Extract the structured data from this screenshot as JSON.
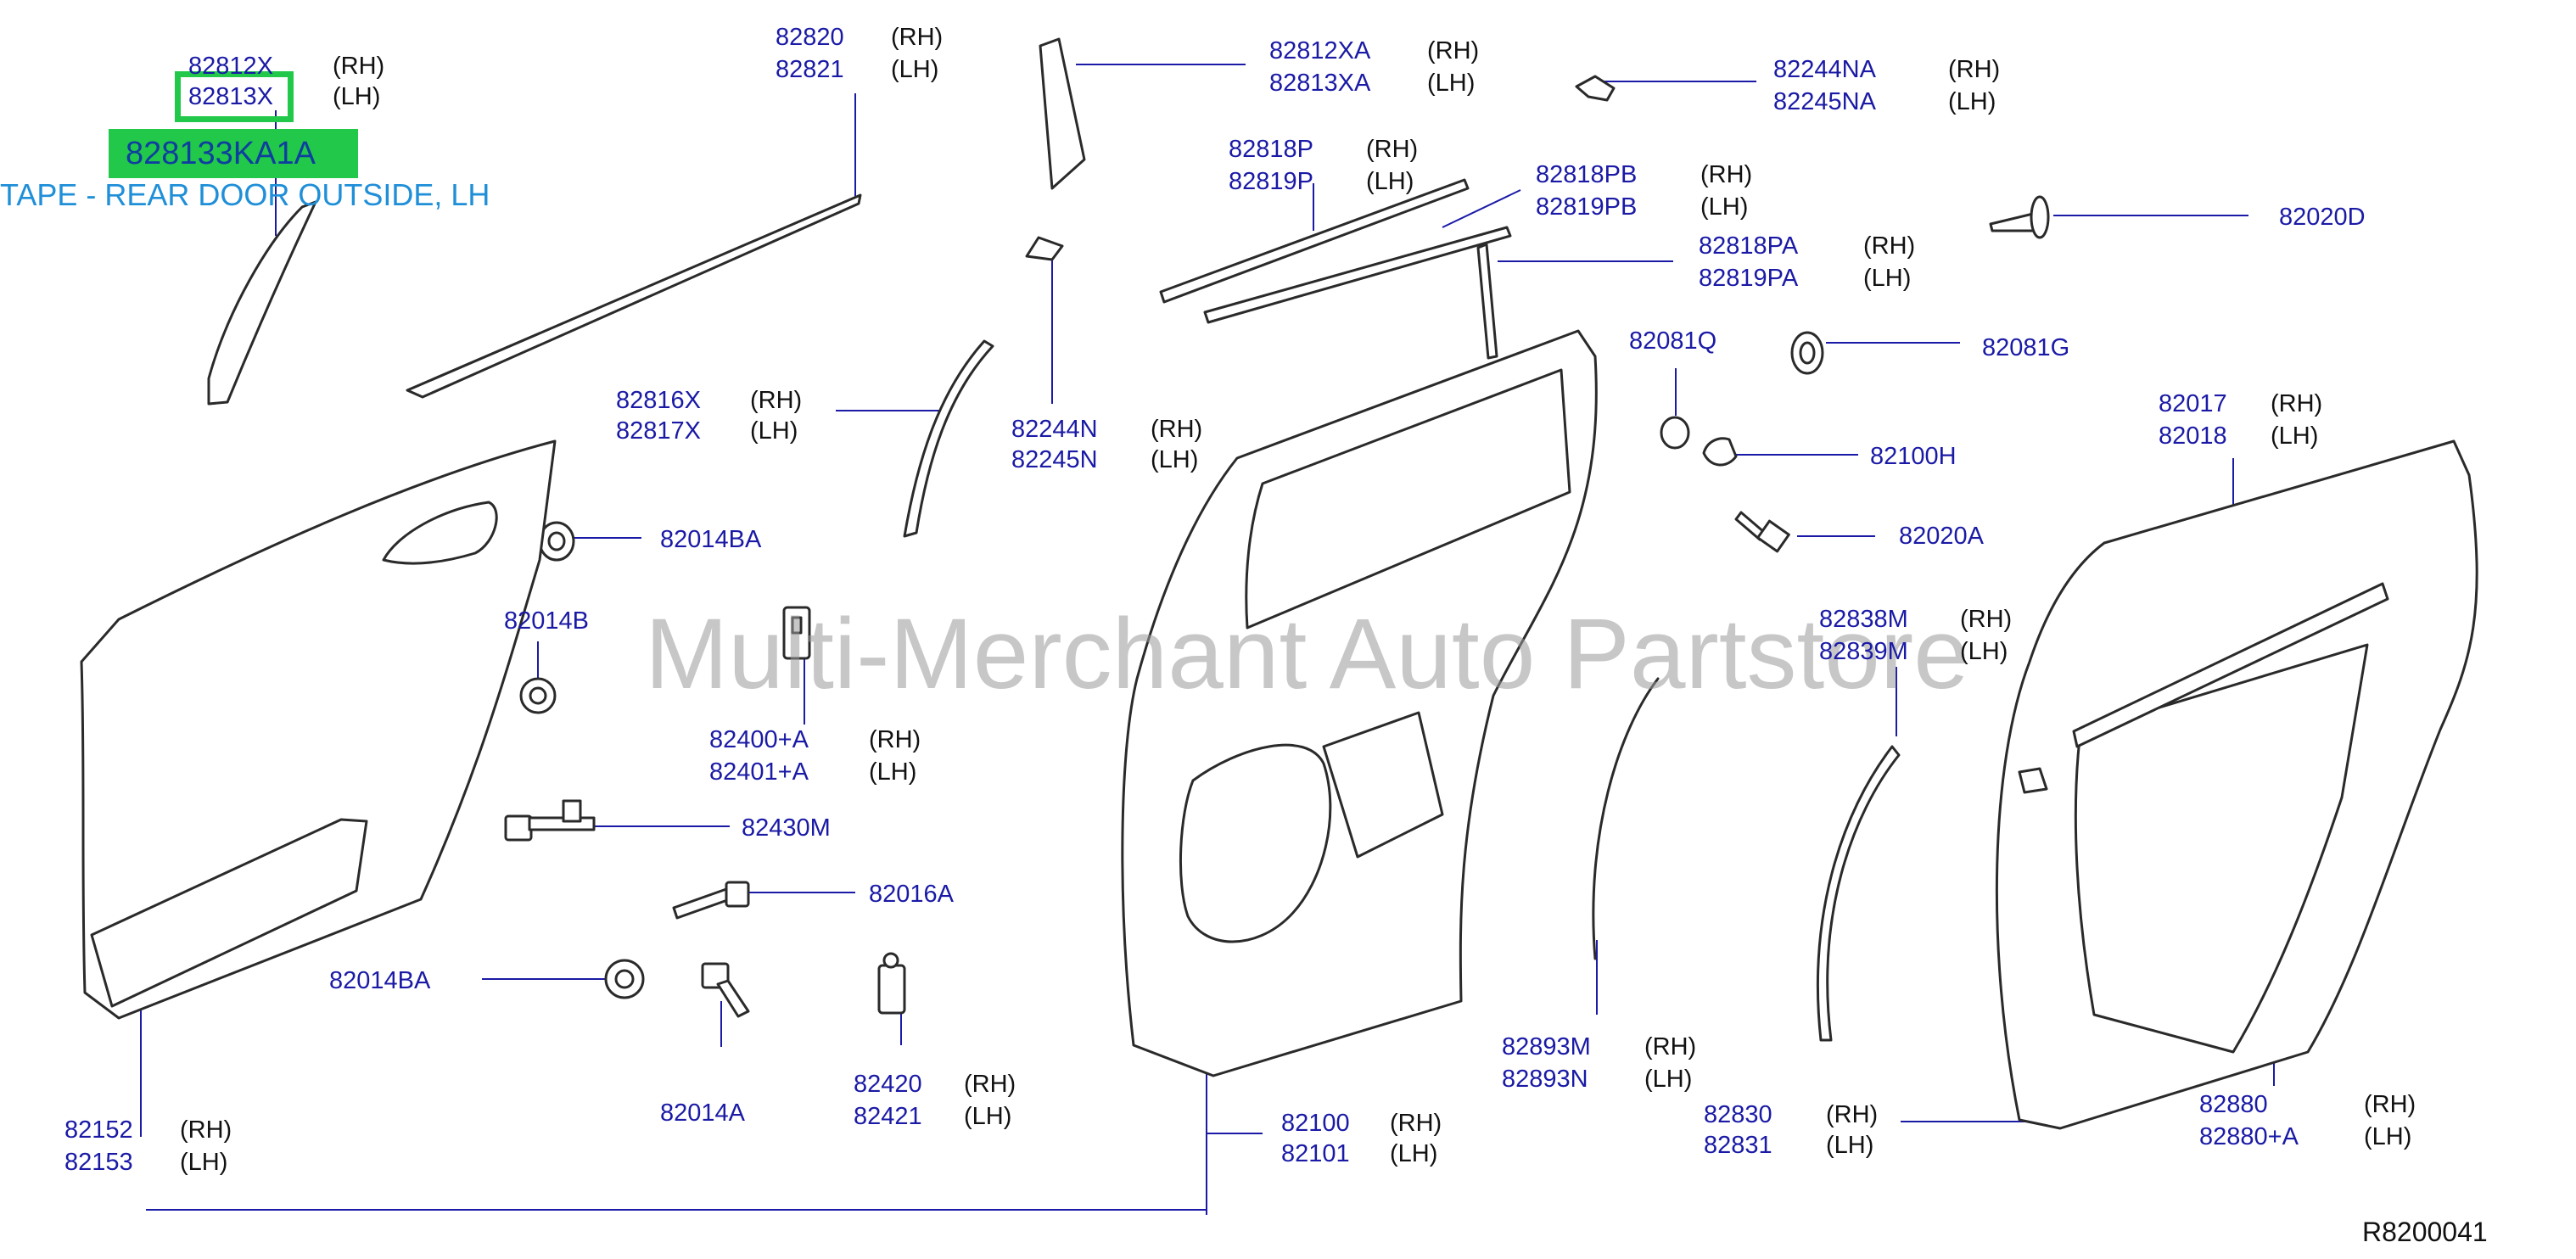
{
  "highlight": {
    "part_number": "828133KA1A",
    "description": "TAPE - REAR DOOR OUTSIDE, LH",
    "accent_color": "#22c84a"
  },
  "watermark": "Multi-Merchant Auto Partstore",
  "reference_code": "R8200041",
  "labels": [
    {
      "rh": "82812X",
      "lh": "82813X",
      "rh_side": "(RH)",
      "lh_side": "(LH)"
    },
    {
      "rh": "82820",
      "lh": "82821",
      "rh_side": "(RH)",
      "lh_side": "(LH)"
    },
    {
      "rh": "82812XA",
      "lh": "82813XA",
      "rh_side": "(RH)",
      "lh_side": "(LH)"
    },
    {
      "rh": "82244NA",
      "lh": "82245NA",
      "rh_side": "(RH)",
      "lh_side": "(LH)"
    },
    {
      "rh": "82818P",
      "lh": "82819P",
      "rh_side": "(RH)",
      "lh_side": "(LH)"
    },
    {
      "rh": "82818PB",
      "lh": "82819PB",
      "rh_side": "(RH)",
      "lh_side": "(LH)"
    },
    {
      "rh": "82818PA",
      "lh": "82819PA",
      "rh_side": "(RH)",
      "lh_side": "(LH)"
    },
    {
      "single": "82020D"
    },
    {
      "single": "82081Q"
    },
    {
      "single": "82081G"
    },
    {
      "rh": "82816X",
      "lh": "82817X",
      "rh_side": "(RH)",
      "lh_side": "(LH)"
    },
    {
      "rh": "82244N",
      "lh": "82245N",
      "rh_side": "(RH)",
      "lh_side": "(LH)"
    },
    {
      "single": "82100H"
    },
    {
      "rh": "82017",
      "lh": "82018",
      "rh_side": "(RH)",
      "lh_side": "(LH)"
    },
    {
      "single": "82014BA"
    },
    {
      "single": "82020A"
    },
    {
      "single": "82014B"
    },
    {
      "rh": "82838M",
      "lh": "82839M",
      "rh_side": "(RH)",
      "lh_side": "(LH)"
    },
    {
      "rh": "82400+A",
      "lh": "82401+A",
      "rh_side": "(RH)",
      "lh_side": "(LH)"
    },
    {
      "single": "82430M"
    },
    {
      "single": "82016A"
    },
    {
      "single": "82014BA"
    },
    {
      "rh": "82893M",
      "lh": "82893N",
      "rh_side": "(RH)",
      "lh_side": "(LH)"
    },
    {
      "single": "82014A"
    },
    {
      "rh": "82420",
      "lh": "82421",
      "rh_side": "(RH)",
      "lh_side": "(LH)"
    },
    {
      "rh": "82100",
      "lh": "82101",
      "rh_side": "(RH)",
      "lh_side": "(LH)"
    },
    {
      "rh": "82830",
      "lh": "82831",
      "rh_side": "(RH)",
      "lh_side": "(LH)"
    },
    {
      "rh": "82880",
      "lh": "82880+A",
      "rh_side": "(RH)",
      "lh_side": "(LH)"
    },
    {
      "rh": "82152",
      "lh": "82153",
      "rh_side": "(RH)",
      "lh_side": "(LH)"
    }
  ]
}
